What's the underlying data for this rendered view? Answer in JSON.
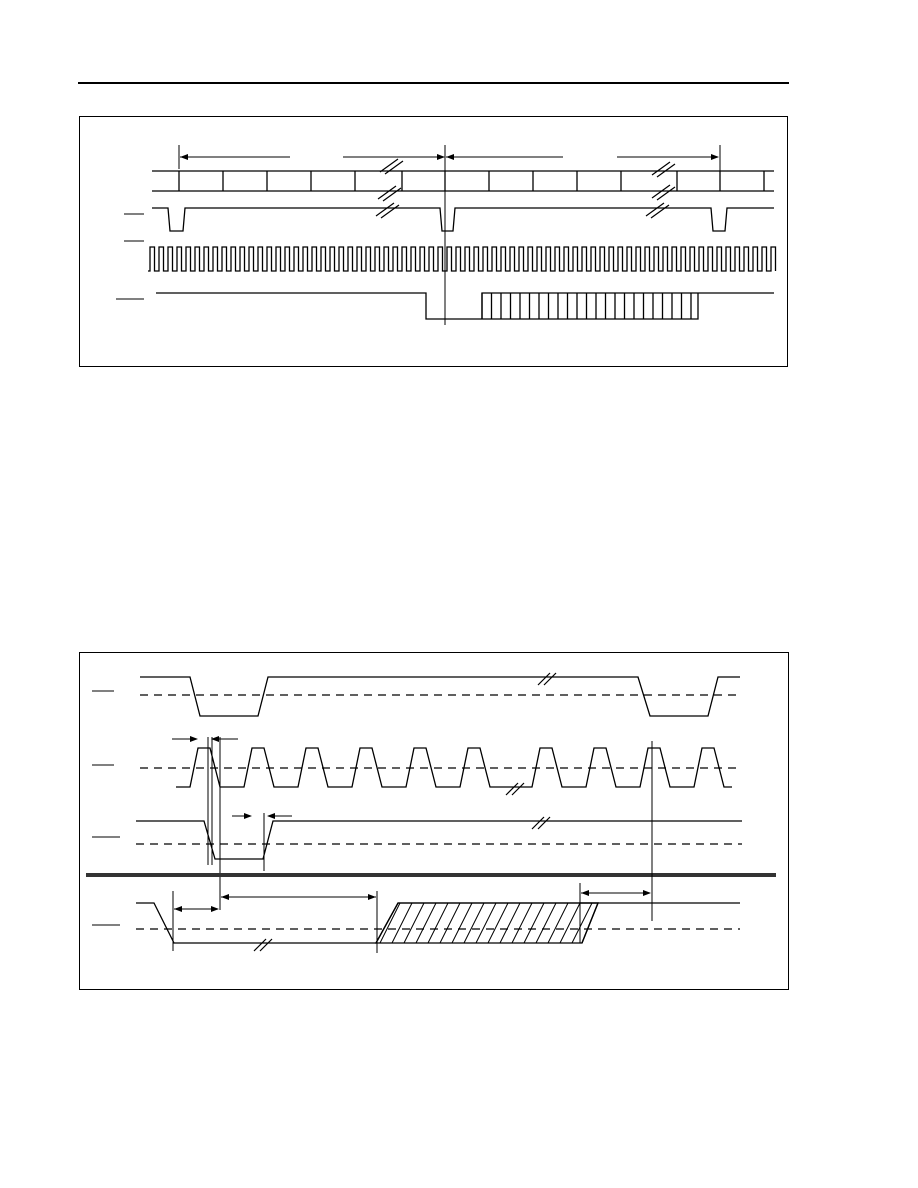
{
  "page": {
    "header_rule": "solid"
  },
  "figure1": {
    "type": "timing-diagram",
    "signals": [
      {
        "id": "bus-cycles",
        "kind": "segmented-bus",
        "labels": []
      },
      {
        "id": "strobe",
        "kind": "active-low-pulse",
        "overbar": true,
        "labels": []
      },
      {
        "id": "clock",
        "kind": "clock",
        "overbar": true,
        "labels": []
      },
      {
        "id": "output",
        "kind": "low-then-toggling",
        "overbar": true,
        "labels": []
      }
    ],
    "icons": [
      "break-mark-icon",
      "arrow-right-icon",
      "arrow-left-icon"
    ]
  },
  "figure2": {
    "type": "timing-diagram",
    "signals": [
      {
        "id": "strobe",
        "kind": "active-low-pulse-with-threshold",
        "overbar": true
      },
      {
        "id": "clock",
        "kind": "clock-with-threshold",
        "overbar": true
      },
      {
        "id": "enable",
        "kind": "active-low-pulse-with-threshold",
        "overbar": true
      },
      {
        "id": "data",
        "kind": "valid-window-hatched",
        "overbar": true
      }
    ],
    "icons": [
      "break-mark-icon",
      "arrow-right-icon",
      "arrow-left-icon",
      "hatched-region"
    ]
  }
}
